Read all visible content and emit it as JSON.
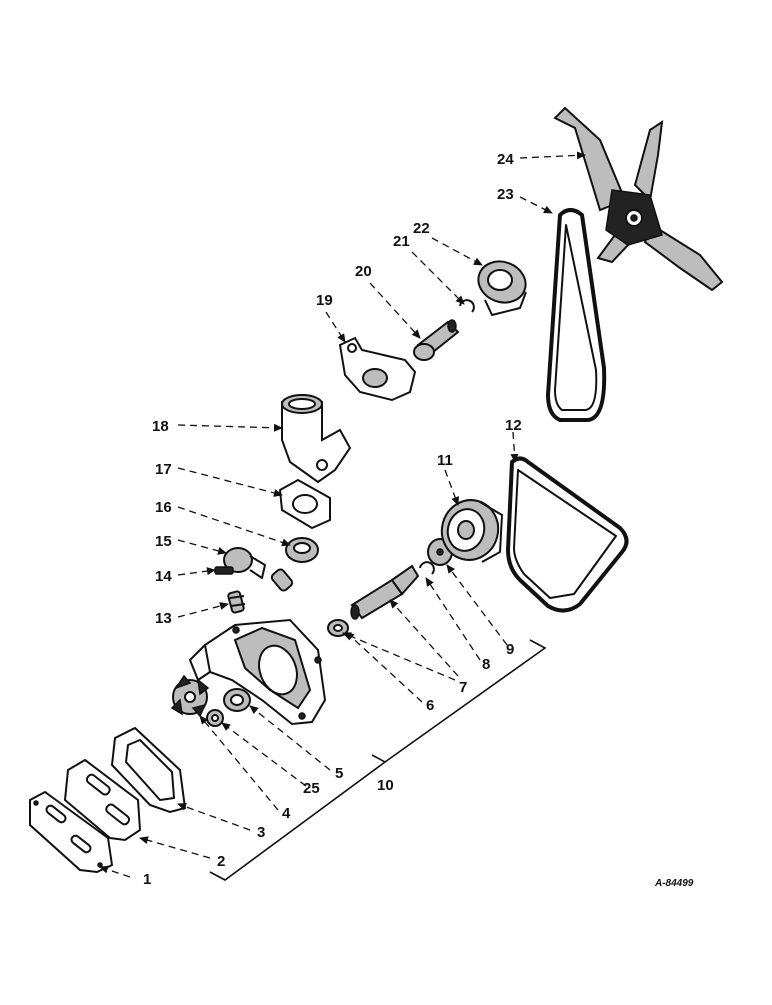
{
  "diagram": {
    "drawing_number": "A-84499",
    "callouts": [
      "1",
      "2",
      "3",
      "4",
      "5",
      "6",
      "7",
      "8",
      "9",
      "10",
      "11",
      "12",
      "13",
      "14",
      "15",
      "16",
      "17",
      "18",
      "19",
      "20",
      "21",
      "22",
      "23",
      "24",
      "25"
    ],
    "colors": {
      "ink": "#111111",
      "paper": "#ffffff",
      "shade": "#bdbdbd"
    }
  }
}
